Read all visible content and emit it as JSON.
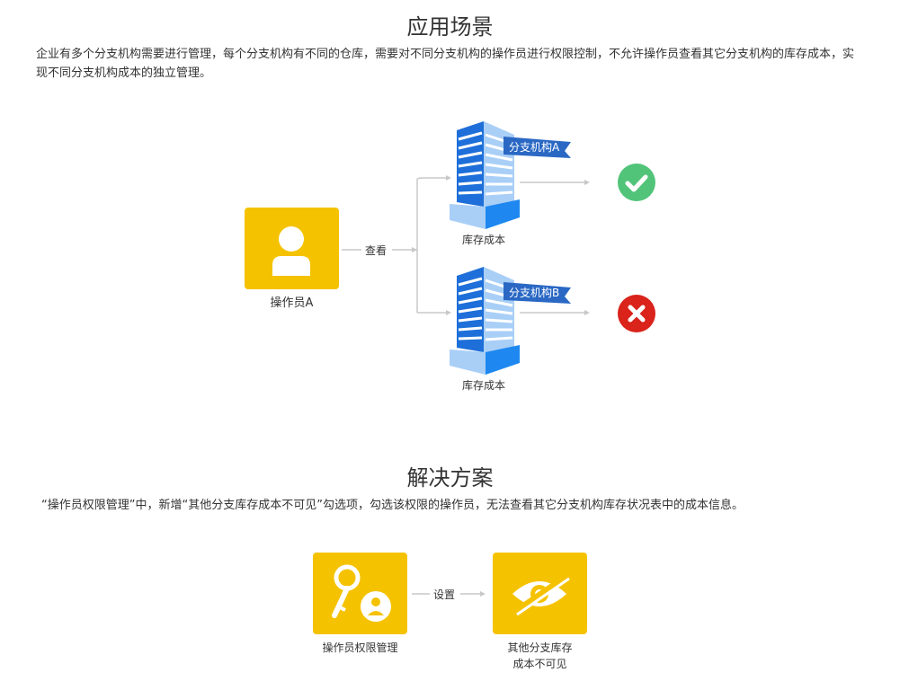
{
  "scenario": {
    "title": "应用场景",
    "description": "企业有多个分支机构需要进行管理，每个分支机构有不同的仓库，需要对不同分支机构的操作员进行权限控制，不允许操作员查看其它分支机构的库存成本，实现不同分支机构成本的独立管理。",
    "operator_label": "操作员A",
    "view_label": "查看",
    "branch_a_flag": "分支机构A",
    "branch_b_flag": "分支机构B",
    "inventory_cost_label_a": "库存成本",
    "inventory_cost_label_b": "库存成本",
    "allowed_icon": "check-icon",
    "denied_icon": "cross-icon"
  },
  "solution": {
    "title": "解决方案",
    "description": "“操作员权限管理”中，新增“其他分支库存成本不可见”勾选项，勾选该权限的操作员，无法查看其它分支机构库存状况表中的成本信息。",
    "perm_mgmt_label": "操作员权限管理",
    "set_label": "设置",
    "hidden_cost_label_line1": "其他分支库存",
    "hidden_cost_label_line2": "成本不可见"
  },
  "colors": {
    "yellow": "#f5c200",
    "blue_dark": "#1e6fd9",
    "blue_mid": "#3b8ef0",
    "blue_light": "#a9cff7",
    "flag_blue": "#2a68c4",
    "green": "#52c47a",
    "red": "#d9231b",
    "arrow_gray": "#c8c8c8"
  }
}
